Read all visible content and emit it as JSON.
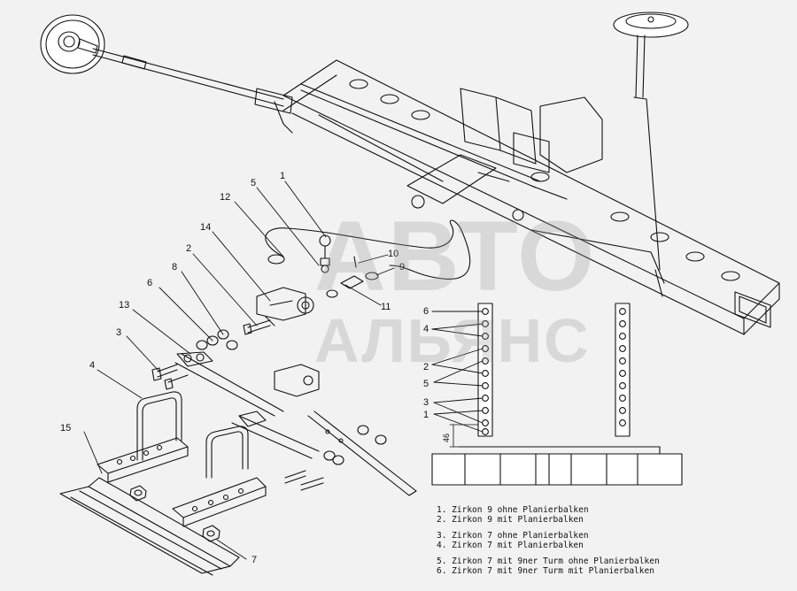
{
  "watermark": {
    "line1": "АВТО",
    "line2": "АЛЬЯНС"
  },
  "callouts": {
    "c1": "1",
    "c2": "2",
    "c3": "3",
    "c4": "4",
    "c5": "5",
    "c6": "6",
    "c7": "7",
    "c8": "8",
    "c9": "9",
    "c10": "10",
    "c11": "11",
    "c12": "12",
    "c13": "13",
    "c14": "14",
    "c15": "15"
  },
  "plate_labels": {
    "l6": "6",
    "l4": "4",
    "l2": "2",
    "l5": "5",
    "l3": "3",
    "l1": "1"
  },
  "dimension": "46",
  "legend": {
    "i1": "1. Zirkon 9 ohne Planierbalken",
    "i2": "2. Zirkon 9 mit Planierbalken",
    "i3": "3. Zirkon 7 ohne Planierbalken",
    "i4": "4. Zirkon 7 mit Planierbalken",
    "i5": "5. Zirkon 7 mit 9ner Turm ohne Planierbalken",
    "i6": "6. Zirkon 7 mit 9ner Turm mit Planierbalken"
  }
}
